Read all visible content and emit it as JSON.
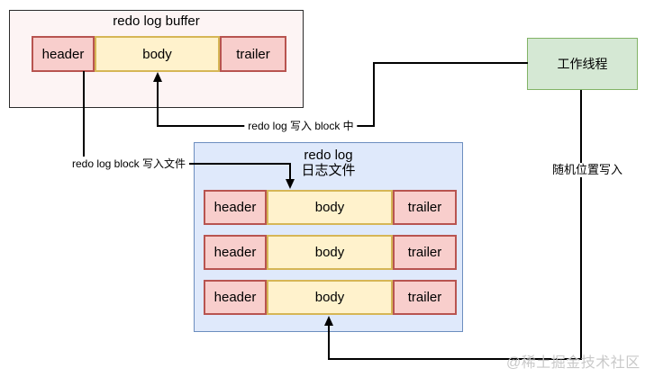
{
  "buffer_box": {
    "title": "redo log buffer",
    "cells": [
      "header",
      "body",
      "trailer"
    ]
  },
  "worker_box": {
    "label": "工作线程"
  },
  "log_file_box": {
    "title_line1": "redo log",
    "title_line2": "日志文件",
    "rows": [
      [
        "header",
        "body",
        "trailer"
      ],
      [
        "header",
        "body",
        "trailer"
      ],
      [
        "header",
        "body",
        "trailer"
      ]
    ]
  },
  "labels": {
    "write_to_block": "redo log 写入 block 中",
    "block_to_file": "redo log block 写入文件",
    "random_write": "随机位置写入"
  },
  "watermark": "@稀土掘金技术社区",
  "colors": {
    "cell_pink_fill": "#f8cecc",
    "cell_pink_stroke": "#b85450",
    "cell_yellow_fill": "#fff2cc",
    "cell_yellow_stroke": "#d6b656",
    "worker_green_fill": "#d5e8d4",
    "worker_green_stroke": "#82b366",
    "logfile_blue_fill": "#dfe9fb",
    "logfile_blue_stroke": "#6c8ebf",
    "buffer_box_fill": "#fdf4f4",
    "connector_line": "#000000",
    "watermark_gray": "#c9c9c9"
  }
}
